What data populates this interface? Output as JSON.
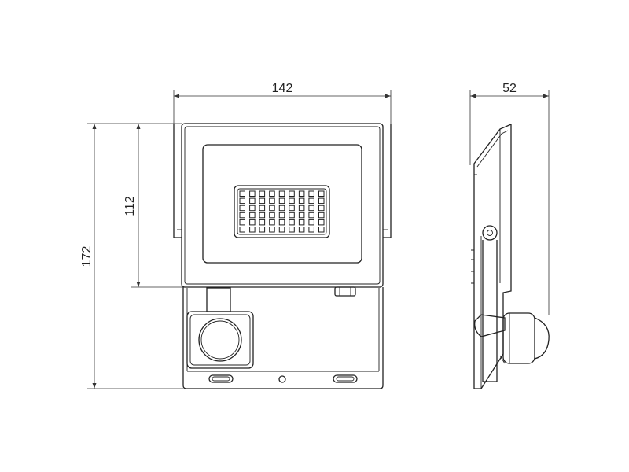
{
  "dimensions": {
    "width": "142",
    "depth": "52",
    "height_total": "172",
    "height_head": "112"
  },
  "led_grid": {
    "rows": 6,
    "cols": 9
  },
  "line_color": "#222222"
}
